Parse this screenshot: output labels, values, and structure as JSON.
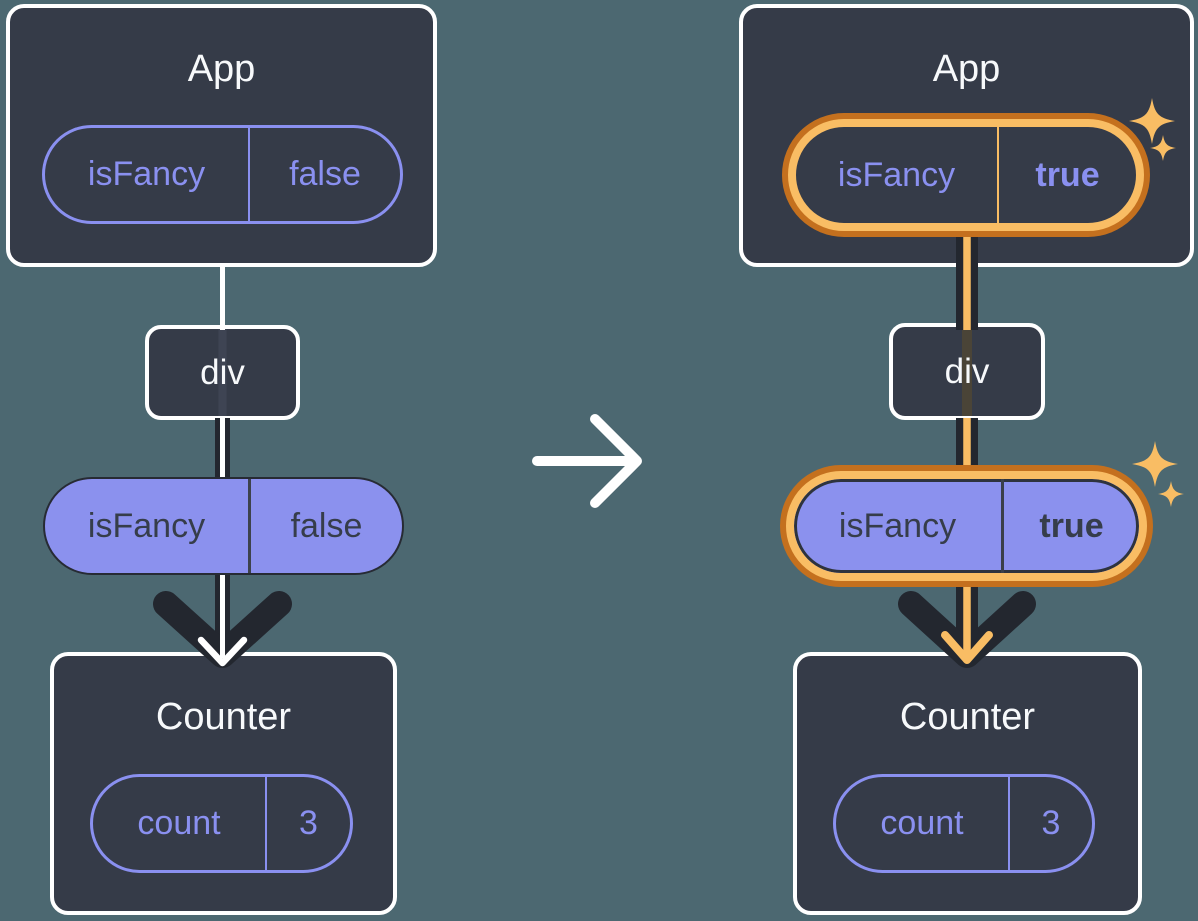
{
  "palette": {
    "bg": "#4c6871",
    "box_fill": "#353b48",
    "box_border": "#ffffff",
    "purple": "#8a90f0",
    "purple_fill": "#8b91ee",
    "dark_text": "#363d4a",
    "dark_line": "#23272f",
    "divider_dark": "#3d424c",
    "orange_dark": "#c4701e",
    "orange_light": "#f9bd64",
    "white_text": "#f7f9fb",
    "strip_left": "#3e4453",
    "strip_right": "#4a4437"
  },
  "before": {
    "app": {
      "title": "App",
      "prop": {
        "name": "isFancy",
        "value": "false"
      }
    },
    "div_label": "div",
    "passed_prop": {
      "name": "isFancy",
      "value": "false"
    },
    "counter": {
      "title": "Counter",
      "state": {
        "name": "count",
        "value": "3"
      }
    }
  },
  "after": {
    "app": {
      "title": "App",
      "prop": {
        "name": "isFancy",
        "value": "true"
      }
    },
    "div_label": "div",
    "passed_prop": {
      "name": "isFancy",
      "value": "true"
    },
    "counter": {
      "title": "Counter",
      "state": {
        "name": "count",
        "value": "3"
      }
    }
  }
}
